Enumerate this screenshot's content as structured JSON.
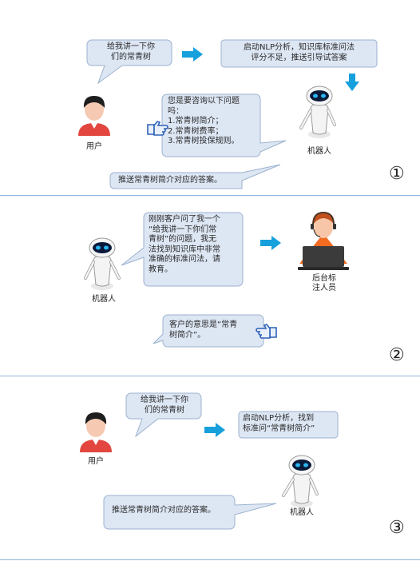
{
  "panel1": {
    "user_msg": "给我讲一下你\n们的常青树",
    "system_note": "启动NLP分析，知识库标准问法\n评分不足，推送引导试答案",
    "bot_question": "您是要咨询以下问题\n吗：\n1.常青树简介；\n2.常青树费率；\n3.常青树投保规则。",
    "answer": "推送常青树简介对应的答案。",
    "user_label": "用户",
    "bot_label": "机器人",
    "step": "①"
  },
  "panel2": {
    "bot_msg": "刚刚客户问了我一个\n“给我讲一下你们常\n青树”的问题，我无\n法找到知识库中非常\n准确的标准问法，请\n教育。",
    "staff_reply": "客户的意思是“常青\n树简介”。",
    "bot_label": "机器人",
    "staff_label": "后台标\n注人员",
    "step": "②"
  },
  "panel3": {
    "user_msg": "给我讲一下你\n们的常青树",
    "system_note": "启动NLP分析，找到\n标准问“常青树简介”",
    "answer": "推送常青树简介对应的答案。",
    "user_label": "用户",
    "bot_label": "机器人",
    "step": "③"
  },
  "colors": {
    "bubble_fill": "#dde6f3",
    "bubble_stroke": "#9cb2cf",
    "arrow": "#16a0dc",
    "user_shirt": "#e2463f",
    "staff_orange": "#f26b21",
    "divider": "#8fb4d8"
  }
}
